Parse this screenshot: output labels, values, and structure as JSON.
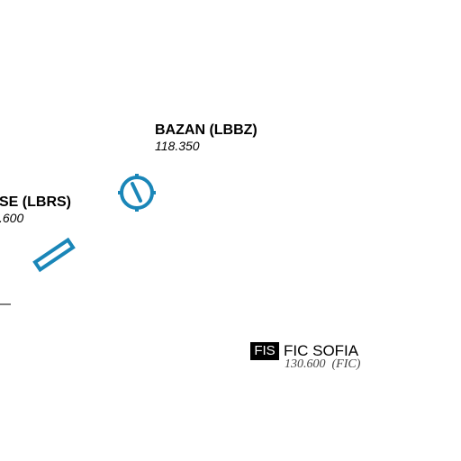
{
  "airports": [
    {
      "name": "BAZAN (LBBZ)",
      "frequency": "118.350"
    },
    {
      "name": "SE (LBRS)",
      "frequency": ".600"
    }
  ],
  "fis": {
    "badge": "FIS",
    "name": "FIC SOFIA",
    "frequency": "130.600  (FIC)"
  },
  "colors": {
    "airport_symbol": "#1a86b8",
    "text": "#000000",
    "fis_badge_bg": "#000000",
    "fis_badge_text": "#ffffff"
  },
  "icons": {
    "bazan_symbol": "airport-runway-icon",
    "rs_symbol": "runway-icon"
  }
}
